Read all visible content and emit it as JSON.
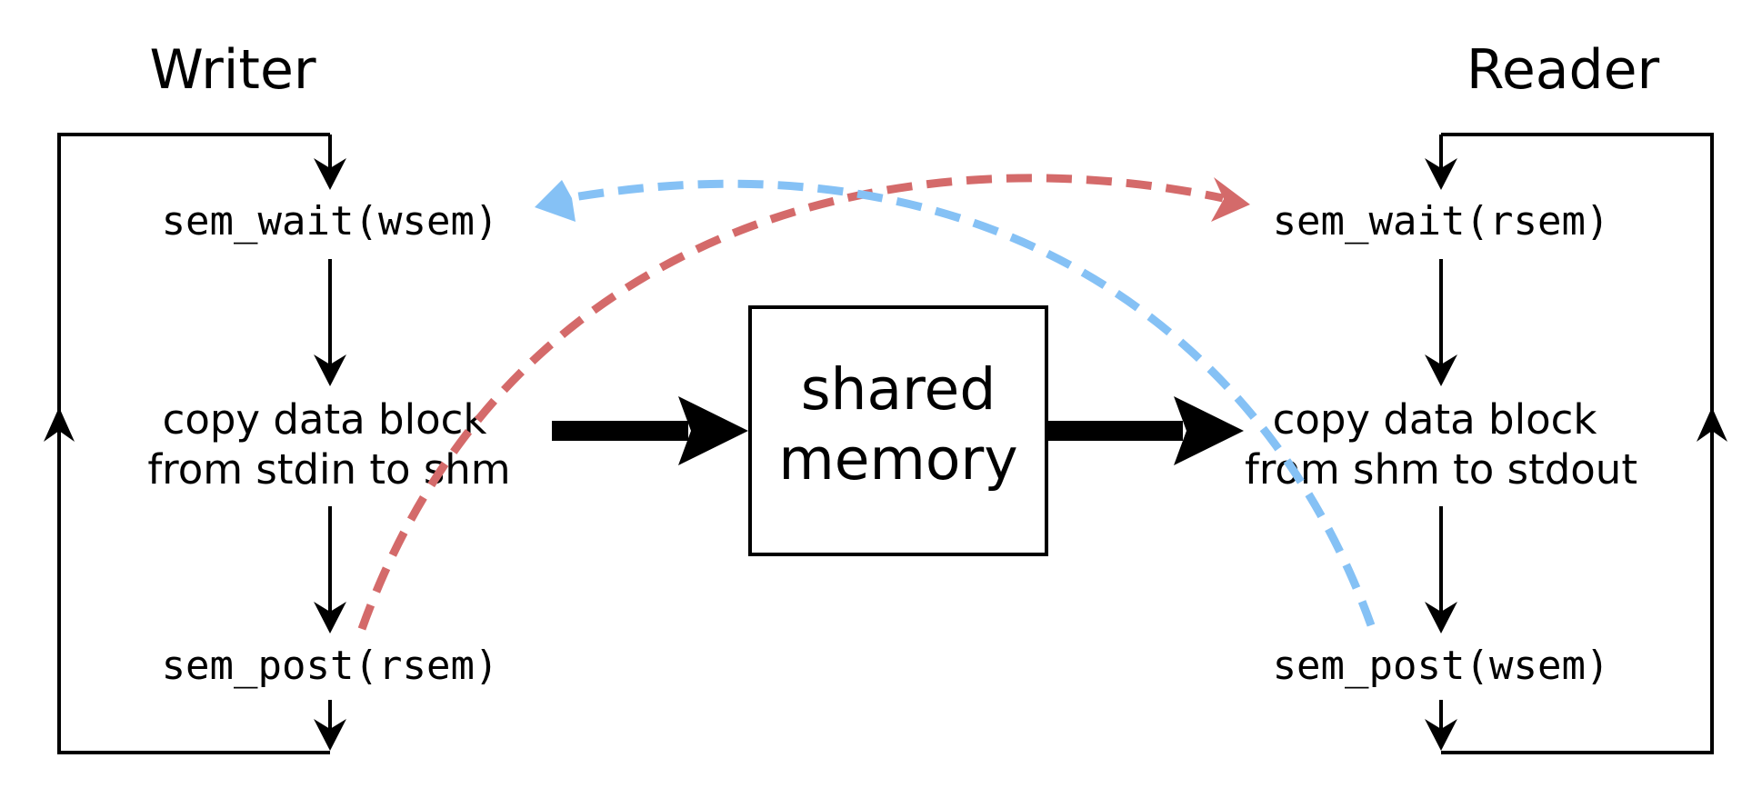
{
  "writer": {
    "title": "Writer",
    "step_wait": "sem_wait(wsem)",
    "step_copy_line1": "copy data block",
    "step_copy_line2": "from stdin to shm",
    "step_post": "sem_post(rsem)"
  },
  "reader": {
    "title": "Reader",
    "step_wait": "sem_wait(rsem)",
    "step_copy_line1": "copy data block",
    "step_copy_line2": "from shm to stdout",
    "step_post": "sem_post(wsem)"
  },
  "shared_memory": {
    "line1": "shared",
    "line2": "memory"
  },
  "colors": {
    "writer_signal": "#d46a6a",
    "reader_signal": "#85c1f5",
    "stroke": "#000000",
    "background": "#ffffff"
  }
}
